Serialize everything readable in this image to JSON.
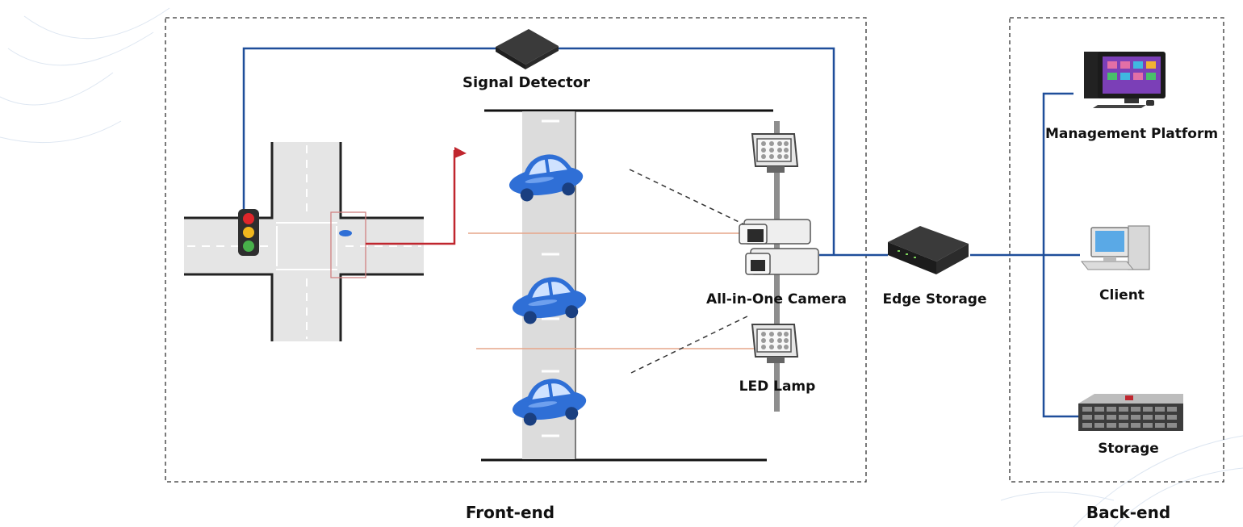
{
  "colors": {
    "link": "#1f4e9a",
    "signal_link": "#c0262e",
    "beam": "#e6a58a",
    "box_border": "#333333",
    "car": "#2f6fd6"
  },
  "sections": {
    "front_end": "Front-end",
    "back_end": "Back-end"
  },
  "devices": {
    "signal_detector": "Signal Detector",
    "all_in_one_camera": "All-in-One Camera",
    "led_lamp": "LED Lamp",
    "edge_storage": "Edge Storage",
    "management_platform": "Management Platform",
    "client": "Client",
    "storage": "Storage"
  },
  "icons": [
    "signal-detector-icon",
    "traffic-light-icon",
    "car-icon",
    "floodlight-icon",
    "camera-icon",
    "edge-storage-icon",
    "monitor-icon",
    "client-pc-icon",
    "server-storage-icon"
  ]
}
